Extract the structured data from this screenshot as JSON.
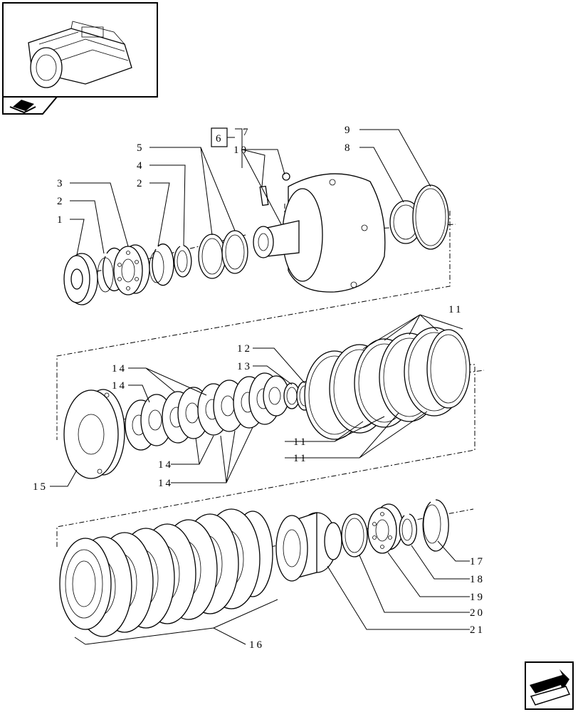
{
  "diagram": {
    "labels": {
      "p1": "1",
      "p2a": "2",
      "p3": "3",
      "p2b": "2",
      "p4": "4",
      "p5": "5",
      "p6": "6",
      "p7": "7",
      "p10": "10",
      "p9": "9",
      "p8": "8",
      "p11a": "11",
      "p12": "12",
      "p13": "13",
      "p14a": "14",
      "p14b": "14",
      "p11b": "11",
      "p11c": "11",
      "p14c": "14",
      "p14d": "14",
      "p15": "15",
      "p16": "16",
      "p17": "17",
      "p18": "18",
      "p19": "19",
      "p20": "20",
      "p21": "21"
    }
  },
  "nav": {
    "thumbnail_icon": "transmission-housing-icon",
    "back_icon": "book-icon",
    "next_icon": "next-page-arrow-icon"
  }
}
